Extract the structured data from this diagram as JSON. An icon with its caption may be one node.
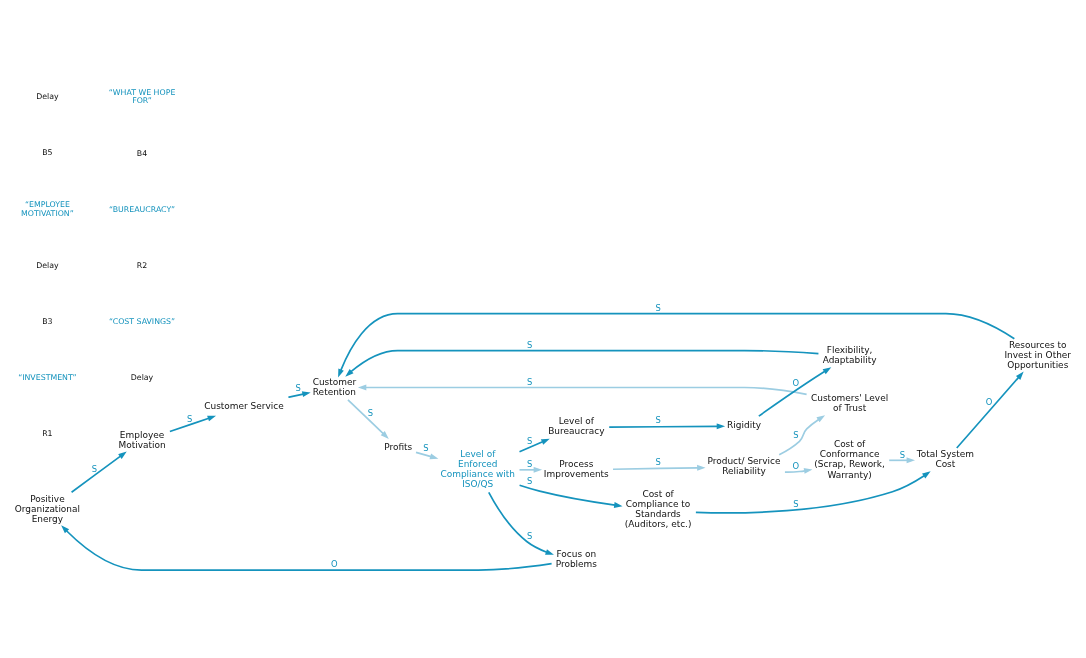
{
  "diagram": {
    "nodes": [
      {
        "text": [
          "Positive Organizational Energy"
        ]
      },
      {
        "text": [
          "Employee Motivation"
        ]
      },
      {
        "text": [
          "Focus on Problems"
        ]
      },
      {
        "text": [
          "Level of Enforced Compliance with ISO/QS"
        ]
      },
      {
        "text": [
          "Cost of Compliance to Standards (Auditors, etc.)"
        ]
      },
      {
        "text": [
          "Customer Service"
        ]
      },
      {
        "text": [
          "Profits"
        ]
      },
      {
        "text": [
          "Process Improvements"
        ]
      },
      {
        "text": [
          "Total System Cost"
        ]
      },
      {
        "text": [
          "Resources to Invest in Other Opportunities"
        ]
      },
      {
        "text": [
          "Customer Retention"
        ]
      },
      {
        "text": [
          "Level of Bureaucracy"
        ]
      },
      {
        "text": [
          "Product/ Service Reliability"
        ]
      },
      {
        "text": [
          "Customers' Level of Trust"
        ]
      },
      {
        "text": [
          "Cost of Conformance (Scrap, Rework, Warranty)"
        ]
      },
      {
        "text": [
          "Rigidity"
        ]
      },
      {
        "text": [
          "Flexibility, Adaptability"
        ]
      }
    ],
    "edges": [
      {
        "from": 0,
        "to": 1,
        "arrow": "to",
        "label": "S"
      },
      {
        "from": 1,
        "to": 5,
        "arrow": "to",
        "label": "S"
      },
      {
        "from": 2,
        "to": 0,
        "arrow": "to",
        "label": "O"
      },
      {
        "from": 3,
        "to": 2,
        "arrow": "to",
        "label": "S"
      },
      {
        "from": 3,
        "to": 4,
        "arrow": "to",
        "label": "S"
      },
      {
        "from": 3,
        "to": 7,
        "arrow": "to",
        "label": "S",
        "color": "#9ccde2"
      },
      {
        "from": 3,
        "to": 11,
        "arrow": "to",
        "label": "S"
      },
      {
        "from": 4,
        "to": 8,
        "arrow": "to",
        "label": "S"
      },
      {
        "from": 5,
        "to": 10,
        "arrow": "to",
        "label": "S"
      },
      {
        "from": 6,
        "to": 3,
        "arrow": "to",
        "label": "S",
        "color": "#9ccde2"
      },
      {
        "from": 7,
        "to": 12,
        "arrow": "to",
        "label": "S",
        "color": "#9ccde2"
      },
      {
        "from": 8,
        "to": 9,
        "arrow": "to",
        "label": "O"
      },
      {
        "from": 9,
        "to": 10,
        "arrow": "to",
        "label": "S"
      },
      {
        "from": 10,
        "to": 6,
        "arrow": "to",
        "label": "S",
        "color": "#9ccde2"
      },
      {
        "from": 11,
        "to": 15,
        "arrow": "to",
        "label": "S"
      },
      {
        "from": 12,
        "to": 13,
        "arrow": "to",
        "label": "S",
        "color": "#9ccde2"
      },
      {
        "from": 12,
        "to": 14,
        "arrow": "to",
        "label": "O",
        "color": "#9ccde2"
      },
      {
        "from": 13,
        "to": 10,
        "arrow": "to",
        "label": "S",
        "color": "#9ccde2"
      },
      {
        "from": 14,
        "to": 8,
        "arrow": "to",
        "label": "S",
        "color": "#9ccde2"
      },
      {
        "from": 15,
        "to": 16,
        "arrow": "to",
        "label": "O"
      },
      {
        "from": 16,
        "to": 10,
        "arrow": "to",
        "label": "S"
      }
    ],
    "labels": [
      "Delay",
      "B5",
      "“EMPLOYEE MOTIVATION”",
      "Delay",
      "B3",
      "“INVESTMENT”",
      "R1",
      "“WHAT WE HOPE FOR”",
      "B4",
      "“BUREAUCRACY”",
      "R2",
      "“COST SAVINGS”",
      "Delay"
    ]
  }
}
